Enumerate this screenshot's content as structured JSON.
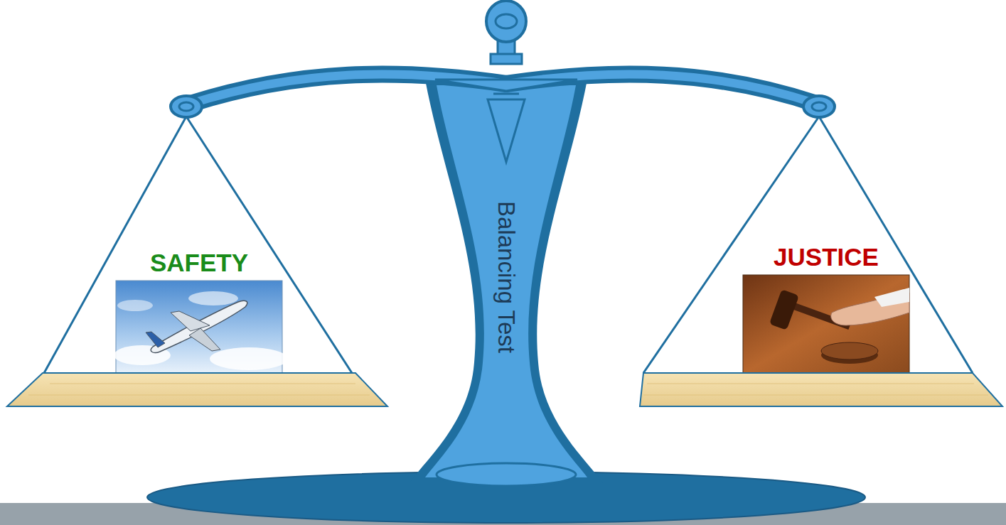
{
  "diagram": {
    "nodes": [
      {
        "text": [
          "SAFETY"
        ]
      },
      {
        "text": [
          "Balancing Test"
        ]
      },
      {
        "text": [
          "JUSTICE"
        ]
      }
    ]
  }
}
